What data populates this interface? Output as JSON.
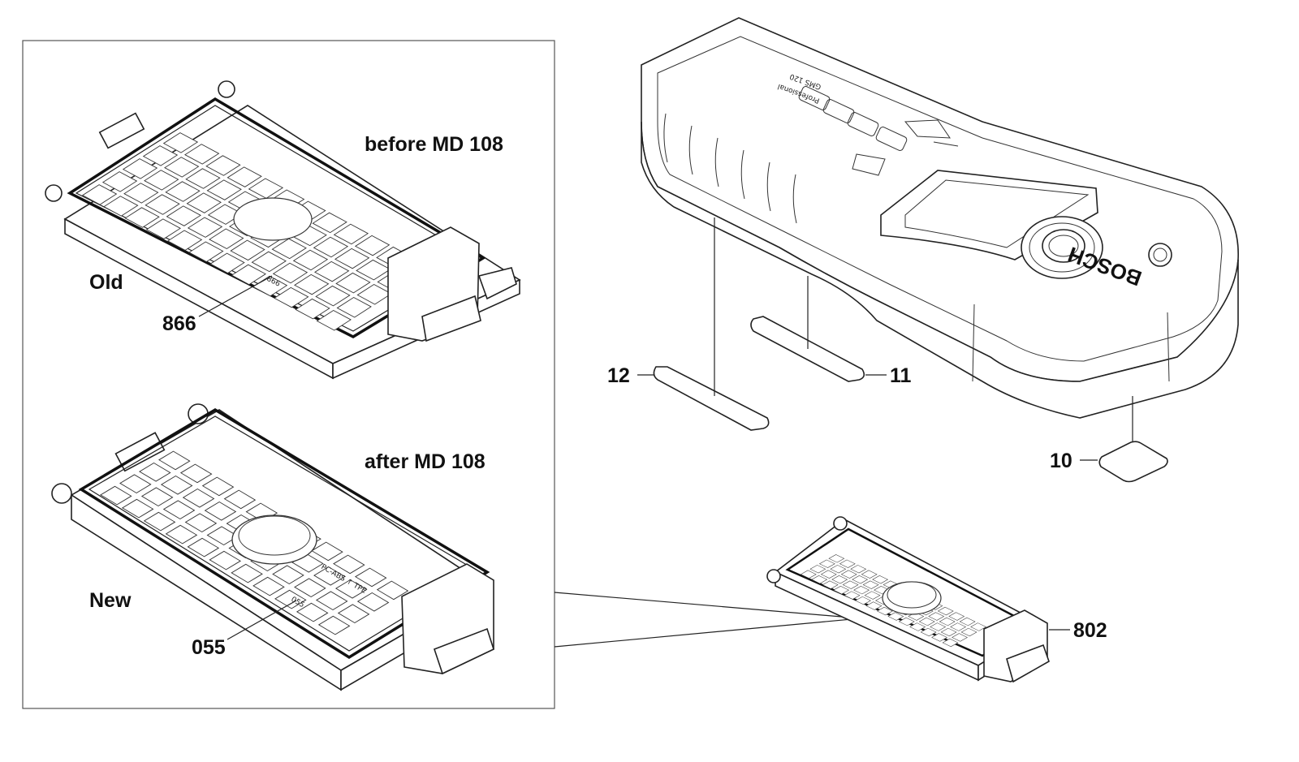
{
  "inset": {
    "old": {
      "caption": "before MD 108",
      "side_label": "Old",
      "part_number": "866",
      "imprint": "866"
    },
    "new": {
      "caption": "after MD 108",
      "side_label": "New",
      "part_number": "055",
      "imprint": "055",
      "embossing": "PC-ABS ↑ TPE"
    }
  },
  "device": {
    "brand": "BOSCH",
    "model": "GMS 120",
    "line": "Professional"
  },
  "parts": {
    "p10": "10",
    "p11": "11",
    "p12": "12",
    "p802": "802"
  },
  "colors": {
    "ink": "#111111",
    "paper": "#ffffff",
    "frame": "#555555"
  }
}
